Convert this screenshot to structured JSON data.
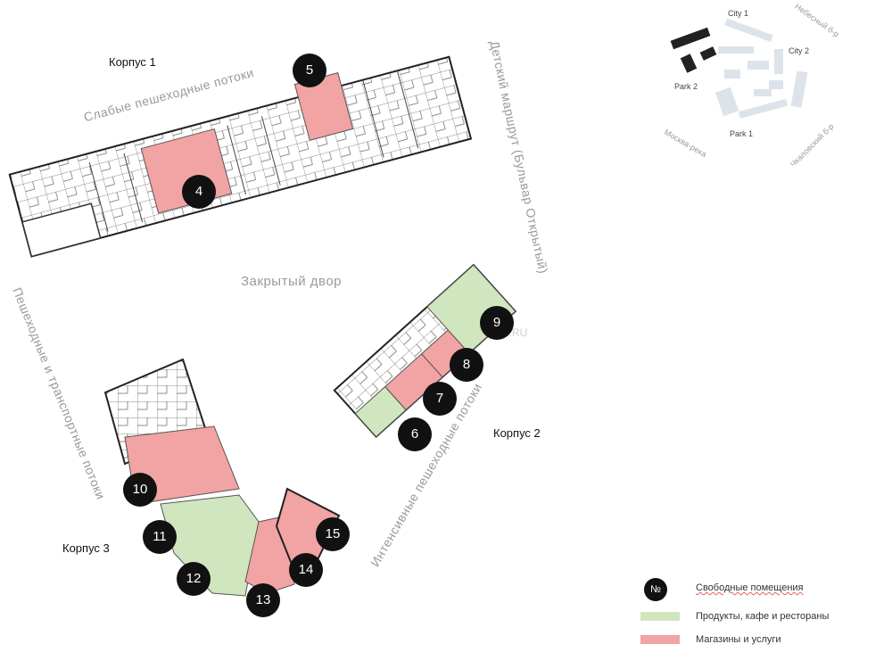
{
  "buildings": {
    "b1": "Корпус 1",
    "b2": "Корпус 2",
    "b3": "Корпус 3"
  },
  "streets": {
    "weak_flow": "Слабые пешеходные потоки",
    "kids_route": "Детский маршрут (Бульвар Открытый)",
    "ped_transport": "Пешеходные и транспортные потоки",
    "intense_flow": "Интенсивные пешеходные потоки"
  },
  "yard": "Закрытый двор",
  "premises": [
    {
      "id": "4",
      "category": "shops"
    },
    {
      "id": "5",
      "category": "shops"
    },
    {
      "id": "6",
      "category": "food"
    },
    {
      "id": "7",
      "category": "shops"
    },
    {
      "id": "8",
      "category": "shops"
    },
    {
      "id": "9",
      "category": "food"
    },
    {
      "id": "10",
      "category": "shops"
    },
    {
      "id": "11",
      "category": "food"
    },
    {
      "id": "12",
      "category": "food"
    },
    {
      "id": "13",
      "category": "shops"
    },
    {
      "id": "14",
      "category": "shops"
    },
    {
      "id": "15",
      "category": "shops"
    }
  ],
  "minimap": {
    "city1": "City 1",
    "city2": "City 2",
    "park1": "Park 1",
    "park2": "Park 2",
    "nebesny": "Небесный б-р",
    "chkalovsky": "Чкаловский б-р",
    "moskva_reka": "Москва-река"
  },
  "legend": {
    "marker_symbol": "№",
    "free": "Свободные помещения",
    "food": "Продукты, кафе и рестораны",
    "shops": "Магазины и услуги"
  },
  "watermark": "SSD.RU",
  "colors": {
    "food": "#cfe6bf",
    "shops": "#f2a3a3",
    "marker": "#111111"
  }
}
